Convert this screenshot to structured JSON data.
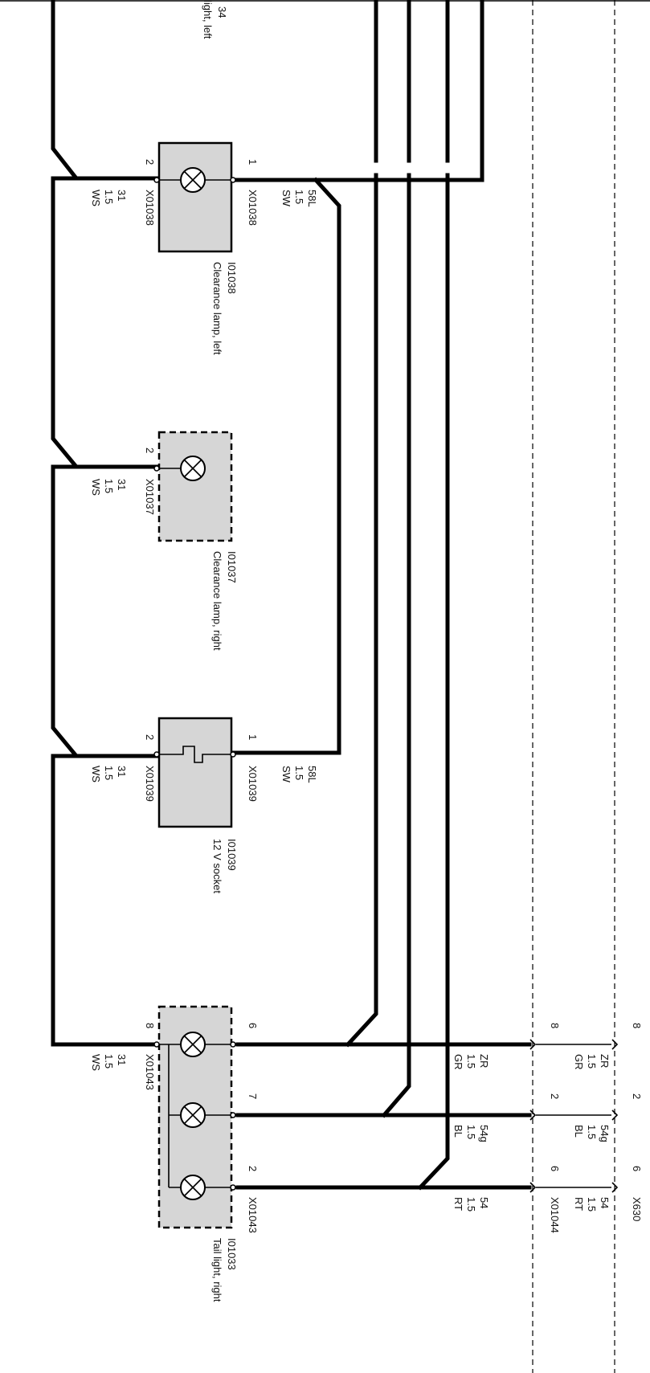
{
  "labels": {
    "top_clip_num": "34",
    "top_clip_text": "light, left",
    "x01038_left_pin": "2",
    "x01038_left_c1": "31",
    "x01038_left_c2": "1.5",
    "x01038_left_c3": "WS",
    "x01038_left_conn": "X01038",
    "x01038_right_pin": "1",
    "x01038_right_conn": "X01038",
    "x01038_right_c1": "58L",
    "x01038_right_c2": "1.5",
    "x01038_right_c3": "SW",
    "i01038_id": "I01038",
    "i01038_name": "Clearance lamp, left",
    "x01037_left_pin": "2",
    "x01037_left_c1": "31",
    "x01037_left_c2": "1.5",
    "x01037_left_c3": "WS",
    "x01037_left_conn": "X01037",
    "i01037_id": "I01037",
    "i01037_name": "Clearance lamp, right",
    "x01039_left_pin": "2",
    "x01039_left_c1": "31",
    "x01039_left_c2": "1.5",
    "x01039_left_c3": "WS",
    "x01039_left_conn": "X01039",
    "x01039_right_pin": "1",
    "x01039_right_conn": "X01039",
    "x01039_right_c1": "58L",
    "x01039_right_c2": "1.5",
    "x01039_right_c3": "SW",
    "i01039_id": "I01039",
    "i01039_name": "12 V socket",
    "x01043_left_pin": "8",
    "x01043_left_c1": "31",
    "x01043_left_c2": "1.5",
    "x01043_left_c3": "WS",
    "x01043_left_conn": "X01043",
    "x01043_pin6": "6",
    "x01043_pin7": "7",
    "x01043_pin2": "2",
    "x01043_right_conn": "X01043",
    "i01033_id": "I01033",
    "i01033_name": "Tail light, right",
    "w1_a_c1": "ZR",
    "w1_a_c2": "1.5",
    "w1_a_c3": "GR",
    "w2_a_c1": "54g",
    "w2_a_c2": "1.5",
    "w2_a_c3": "BL",
    "w3_a_c1": "54",
    "w3_a_c2": "1.5",
    "w3_a_c3": "RT",
    "x01044_pin8": "8",
    "x01044_pin2": "2",
    "x01044_pin6": "6",
    "x01044_conn": "X01044",
    "w1_b_c1": "ZR",
    "w1_b_c2": "1.5",
    "w1_b_c3": "GR",
    "w2_b_c1": "54g",
    "w2_b_c2": "1.5",
    "w2_b_c3": "BL",
    "w3_b_c1": "54",
    "w3_b_c2": "1.5",
    "w3_b_c3": "RT",
    "x630_pin8": "8",
    "x630_pin2": "2",
    "x630_pin6": "6",
    "x630_conn": "X630"
  }
}
